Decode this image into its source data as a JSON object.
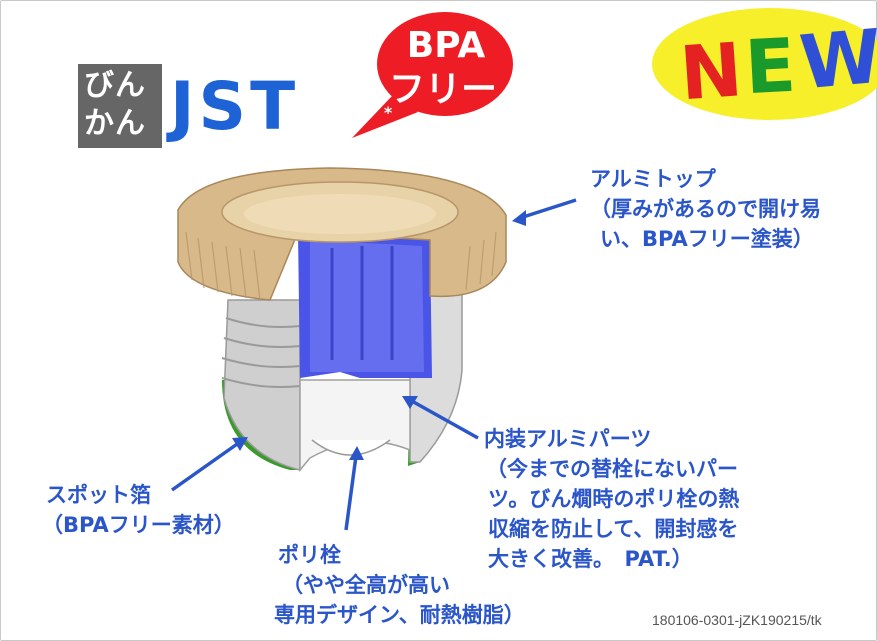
{
  "logo": {
    "box_line1": "びん",
    "box_line2": "かん",
    "brand": "JST"
  },
  "bpa_callout": {
    "line1": "BPA",
    "line2": "フリー",
    "asterisk": "*"
  },
  "new_badge": {
    "text": "NEW",
    "letter_colors": [
      "#e52222",
      "#1a9a2a",
      "#2f4fd6"
    ]
  },
  "annotations": {
    "alumi_top": {
      "line1": "アルミトップ",
      "line2": "（厚みがあるので開け易",
      "line3": "い、BPAフリー塗装）"
    },
    "inner_alumi": {
      "line1": "内装アルミパーツ",
      "line2": "（今までの替栓にないパー",
      "line3": "ツ。びん燗時のポリ栓の熱",
      "line4": "収縮を防止して、開封感を",
      "line5": "大きく改善。　PAT.）"
    },
    "spot_foil": {
      "line1": "スポット箔",
      "line2": "（BPAフリー素材）"
    },
    "poly_plug": {
      "line1": "ポリ栓",
      "line2": "（やや全高が高い",
      "line3": "専用デザイン、耐熱樹脂）"
    }
  },
  "doc_code": "180106-0301-jZK190215/tk",
  "colors": {
    "accent_blue": "#2b56c9",
    "callout_red": "#ee1c24",
    "new_yellow": "#f6ef2a",
    "cap_gold": "#d8b98a",
    "inner_blue": "#4a55e8",
    "foil_green": "#3a9a2c",
    "plug_gray": "#dadada"
  }
}
